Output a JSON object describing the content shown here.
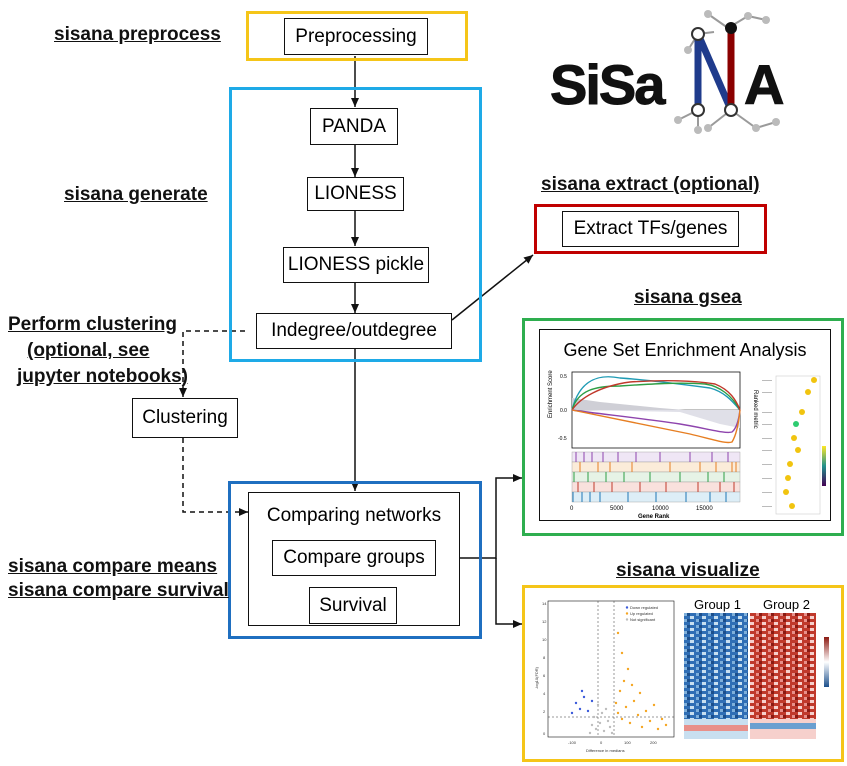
{
  "logo": {
    "text": "SiSaNA"
  },
  "labels": {
    "preprocess": "sisana preprocess",
    "generate": "sisana generate",
    "clustering_lines": [
      "Perform clustering",
      "(optional, see",
      "jupyter notebooks)"
    ],
    "extract": "sisana extract (optional)",
    "gsea": "sisana gsea",
    "compare_means": "sisana compare means",
    "compare_survival": "sisana compare survival",
    "visualize": "sisana visualize"
  },
  "boxes": {
    "preprocessing": "Preprocessing",
    "panda": "PANDA",
    "lioness": "LIONESS",
    "lioness_pickle": "LIONESS pickle",
    "indegree": "Indegree/outdegree",
    "clustering": "Clustering",
    "comparing_networks": "Comparing networks",
    "compare_groups": "Compare groups",
    "survival": "Survival",
    "extract": "Extract TFs/genes"
  },
  "gsea_panel": {
    "title": "Gene Set Enrichment Analysis",
    "ylabel": "Enrichment Score",
    "ylabel_right": "Ranked metric",
    "xlabel": "Gene Rank",
    "x_ticks": [
      "0",
      "5000",
      "10000",
      "15000"
    ],
    "y_ticks": [
      "0.5",
      "0.0",
      "-0.5"
    ]
  },
  "visualize_panel": {
    "group1": "Group 1",
    "group2": "Group 2",
    "volcano_xlabel": "Difference in medians",
    "volcano_ylabel": "-log10(FDR)",
    "volcano_x_ticks": [
      "-100",
      "0",
      "100",
      "200"
    ],
    "volcano_y_ticks": [
      "14",
      "12",
      "10",
      "8",
      "6",
      "4",
      "2",
      "0"
    ],
    "legend": [
      "Down regulated",
      "Up regulated",
      "Not significant"
    ]
  },
  "colors": {
    "preprocess_frame": "#F5C518",
    "generate_frame": "#1EAAE7",
    "extract_frame": "#C00000",
    "gsea_frame": "#2EAE4F",
    "compare_frame": "#1F6FC0",
    "visualize_frame": "#F5C518",
    "logo_blue": "#1F3B8C",
    "logo_red": "#8B0000"
  }
}
